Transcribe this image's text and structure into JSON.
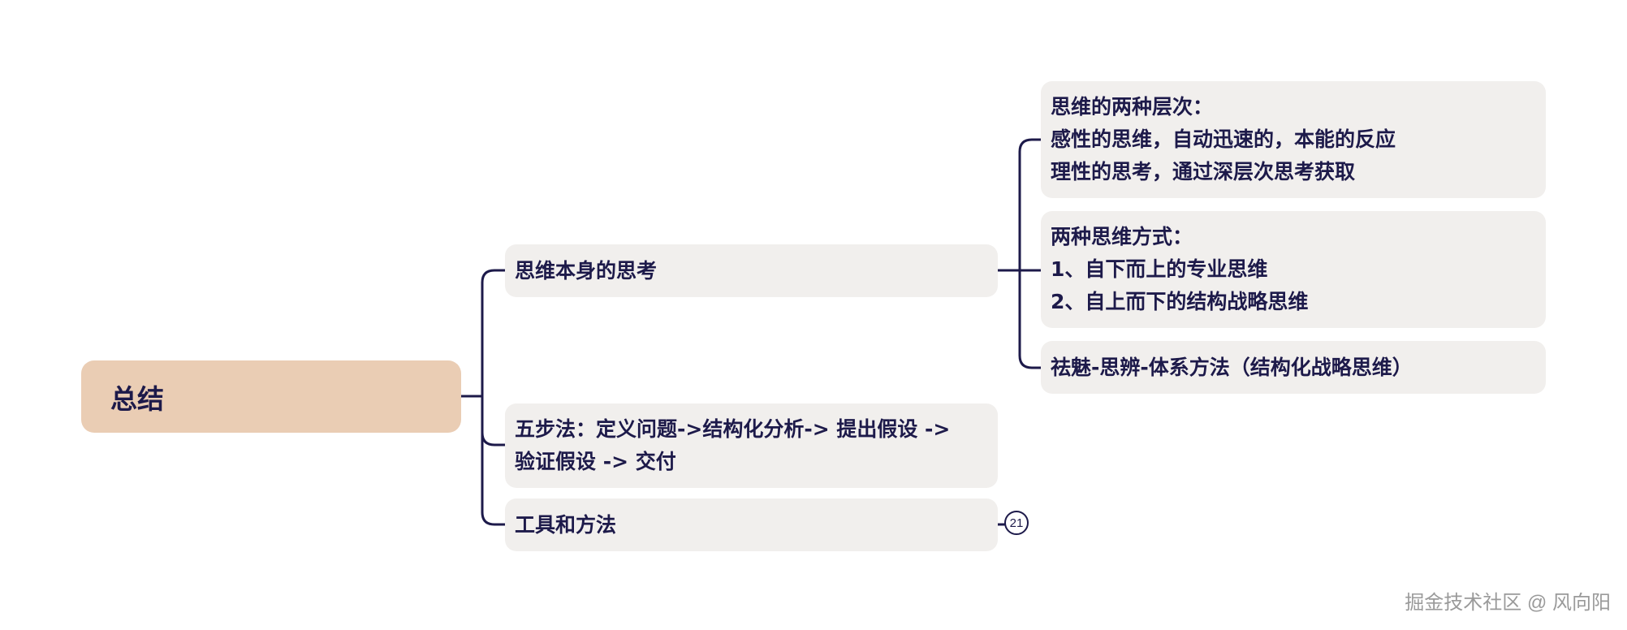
{
  "root": {
    "label": "总结"
  },
  "branches": [
    {
      "label": "思维本身的思考"
    },
    {
      "lines": [
        "五步法：定义问题->结构化分析-> 提出假设 ->",
        "验证假设 -> 交付"
      ]
    },
    {
      "label": "工具和方法",
      "collapsed_count": "21"
    }
  ],
  "leaves": [
    {
      "lines": [
        "思维的两种层次：",
        "感性的思维，自动迅速的，本能的反应",
        "理性的思考，通过深层次思考获取"
      ]
    },
    {
      "lines": [
        "两种思维方式：",
        "1、自下而上的专业思维",
        "2、自上而下的结构战略思维"
      ]
    },
    {
      "label": "祛魅-思辨-体系方法（结构化战略思维）"
    }
  ],
  "watermark": "掘金技术社区 @ 风向阳",
  "colors": {
    "line": "#1d1a4a",
    "root_fill": "#eacdb4",
    "node_fill": "#f1efed",
    "text": "#1d1a4a"
  }
}
